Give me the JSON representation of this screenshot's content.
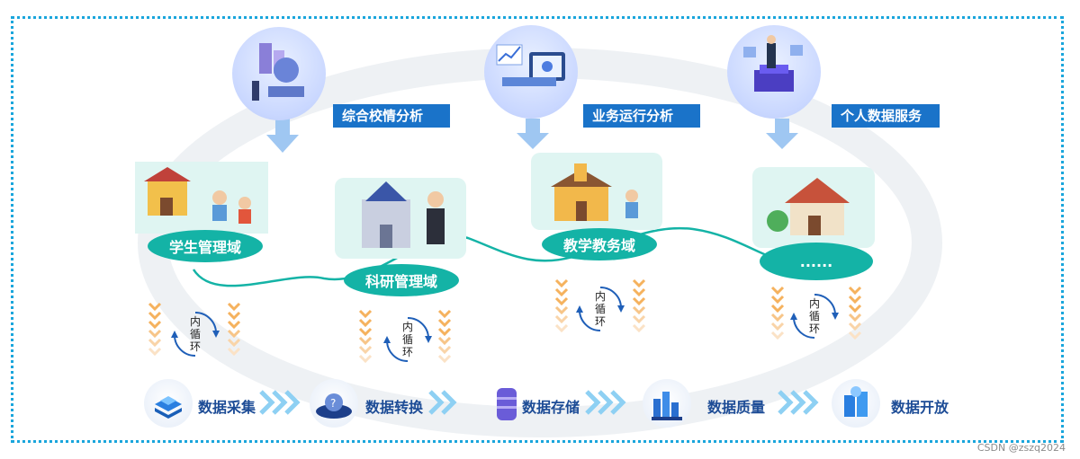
{
  "top_tags": [
    "综合校情分析",
    "业务运行分析",
    "个人数据服务"
  ],
  "domains": [
    "学生管理域",
    "科研管理域",
    "教学教务域",
    "......"
  ],
  "cycle_chars": [
    "内",
    "循",
    "环"
  ],
  "bottom_steps": [
    "数据采集",
    "数据转换",
    "数据存储",
    "数据质量",
    "数据开放"
  ],
  "watermark": "CSDN @zszq2024",
  "colors": {
    "teal": "#14b3a6",
    "blue": "#1a73c9",
    "border": "#1aa6dc",
    "orange": "#f5b25e"
  }
}
